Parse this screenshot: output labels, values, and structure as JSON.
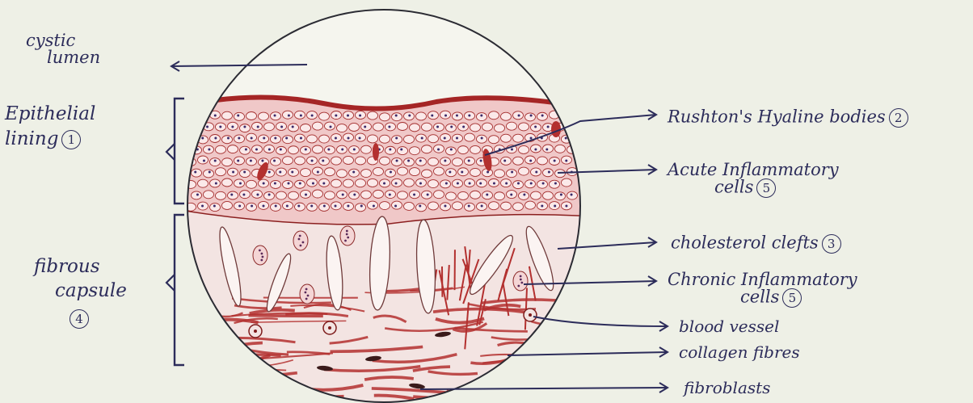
{
  "labels": {
    "cystic_lumen": [
      "cystic",
      "lumen"
    ],
    "epithelial_lining": [
      "Epithelial",
      "lining"
    ],
    "epithelial_lining_num": "1",
    "fibrous_capsule": [
      "fibrous",
      "capsule"
    ],
    "fibrous_capsule_num": "4",
    "rushton": "Rushton's Hyaline bodies",
    "rushton_num": "2",
    "acute": [
      "Acute Inflammatory",
      "cells"
    ],
    "acute_num": "5",
    "cholesterol": "cholesterol clefts",
    "cholesterol_num": "3",
    "chronic": [
      "Chronic Inflammatory",
      "cells"
    ],
    "chronic_num": "5",
    "blood_vessel": "blood vessel",
    "collagen": "collagen fibres",
    "fibroblasts": "fibroblasts"
  },
  "colors": {
    "ink": "#2c2c5a",
    "stain": "#b3302f",
    "stain_dark": "#7d1a1a",
    "pale_pink": "#f2dada",
    "paper": "#eef0e6"
  }
}
